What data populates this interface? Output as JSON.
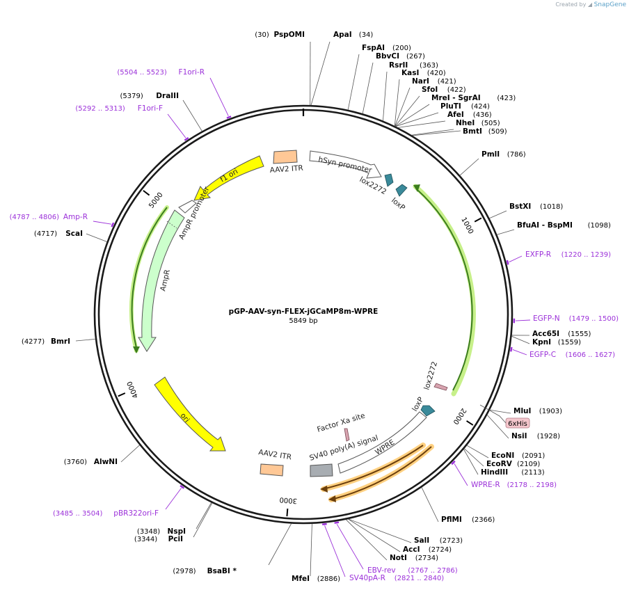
{
  "header": {
    "credit_prefix": "Created by",
    "credit_brand": "SnapGene"
  },
  "plasmid": {
    "name": "pGP-AAV-syn-FLEX-jGCaMP8m-WPRE",
    "length_label": "5849 bp",
    "length": 5849
  },
  "ticks": [
    {
      "label": "1000",
      "pos": 1000
    },
    {
      "label": "2000",
      "pos": 2000
    },
    {
      "label": "3000",
      "pos": 3000
    },
    {
      "label": "4000",
      "pos": 4000
    },
    {
      "label": "5000",
      "pos": 5000
    }
  ],
  "sites": [
    {
      "name": "PspOMI",
      "pos": "(30)"
    },
    {
      "name": "ApaI",
      "pos": "(34)"
    },
    {
      "name": "FspAI",
      "pos": "(200)"
    },
    {
      "name": "BbvCI",
      "pos": "(267)"
    },
    {
      "name": "RsrII",
      "pos": "(363)"
    },
    {
      "name": "KasI",
      "pos": "(420)"
    },
    {
      "name": "NarI",
      "pos": "(421)"
    },
    {
      "name": "SfoI",
      "pos": "(422)"
    },
    {
      "name": "MreI - SgrAI",
      "pos": "(423)"
    },
    {
      "name": "PluTI",
      "pos": "(424)"
    },
    {
      "name": "AfeI",
      "pos": "(436)"
    },
    {
      "name": "NheI",
      "pos": "(505)"
    },
    {
      "name": "BmtI",
      "pos": "(509)"
    },
    {
      "name": "PmlI",
      "pos": "(786)"
    },
    {
      "name": "BstXI",
      "pos": "(1018)"
    },
    {
      "name": "BfuAI - BspMI",
      "pos": "(1098)"
    },
    {
      "name": "Acc65I",
      "pos": "(1555)"
    },
    {
      "name": "KpnI",
      "pos": "(1559)"
    },
    {
      "name": "MluI",
      "pos": "(1903)"
    },
    {
      "name": "NsiI",
      "pos": "(1928)"
    },
    {
      "name": "EcoNI",
      "pos": "(2091)"
    },
    {
      "name": "EcoRV",
      "pos": "(2109)"
    },
    {
      "name": "HindIII",
      "pos": "(2113)"
    },
    {
      "name": "PflMI",
      "pos": "(2366)"
    },
    {
      "name": "SalI",
      "pos": "(2723)"
    },
    {
      "name": "AccI",
      "pos": "(2724)"
    },
    {
      "name": "NotI",
      "pos": "(2734)"
    },
    {
      "name": "MfeI",
      "pos": "(2886)"
    },
    {
      "name": "BsaBI *",
      "pos": "(2978)"
    },
    {
      "name": "PciI",
      "pos": "(3344)"
    },
    {
      "name": "NspI",
      "pos": "(3348)"
    },
    {
      "name": "AlwNI",
      "pos": "(3760)"
    },
    {
      "name": "BmrI",
      "pos": "(4277)"
    },
    {
      "name": "ScaI",
      "pos": "(4717)"
    },
    {
      "name": "DraIII",
      "pos": "(5379)"
    }
  ],
  "primers": [
    {
      "name": "F1ori-R",
      "range": "(5504 .. 5523)"
    },
    {
      "name": "F1ori-F",
      "range": "(5292 .. 5313)"
    },
    {
      "name": "Amp-R",
      "range": "(4787 .. 4806)"
    },
    {
      "name": "EXFP-R",
      "range": "(1220 .. 1239)"
    },
    {
      "name": "EGFP-N",
      "range": "(1479 .. 1500)"
    },
    {
      "name": "EGFP-C",
      "range": "(1606 .. 1627)"
    },
    {
      "name": "WPRE-R",
      "range": "(2178 .. 2198)"
    },
    {
      "name": "EBV-rev",
      "range": "(2767 .. 2786)"
    },
    {
      "name": "SV40pA-R",
      "range": "(2821 .. 2840)"
    },
    {
      "name": "pBR322ori-F",
      "range": "(3485 .. 3504)"
    }
  ],
  "tag_label": "6xHis",
  "features": {
    "hsyn": "hSyn promoter",
    "aav2_itr_top": "AAV2 ITR",
    "aav2_itr_bottom": "AAV2 ITR",
    "f1_ori": "f1 ori",
    "ampr_promoter": "AmpR promoter",
    "ampr": "AmpR",
    "ori": "ori",
    "lox2272_top": "lox2272",
    "loxp_top": "loxP",
    "lox2272_bottom": "lox2272",
    "loxp_bottom": "loxP",
    "factor_xa": "Factor Xa site",
    "sv40": "SV40 poly(A) signal",
    "wpre": "WPRE"
  },
  "colors": {
    "yellow": "#ffff00",
    "itr": "#ffc896",
    "ampr": "#ccffcc",
    "lox": "#3a8a9a",
    "primer": "#9b30d9",
    "sv40": "#a8adb2",
    "highlight_green": "#c7f08a",
    "highlight_orange": "#ffd080",
    "tag": "#f4c6cc"
  }
}
